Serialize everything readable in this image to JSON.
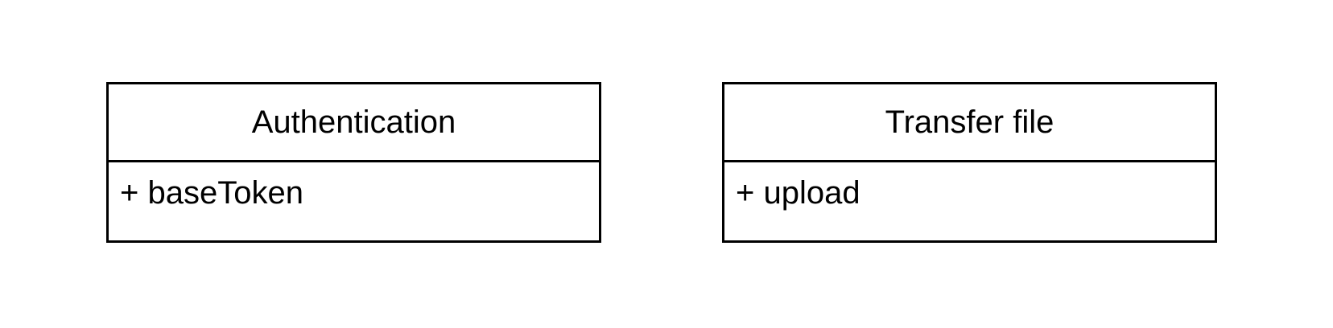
{
  "diagram": {
    "classes": [
      {
        "name": "Authentication",
        "members": [
          "+ baseToken"
        ]
      },
      {
        "name": "Transfer file",
        "members": [
          "+ upload"
        ]
      }
    ]
  }
}
